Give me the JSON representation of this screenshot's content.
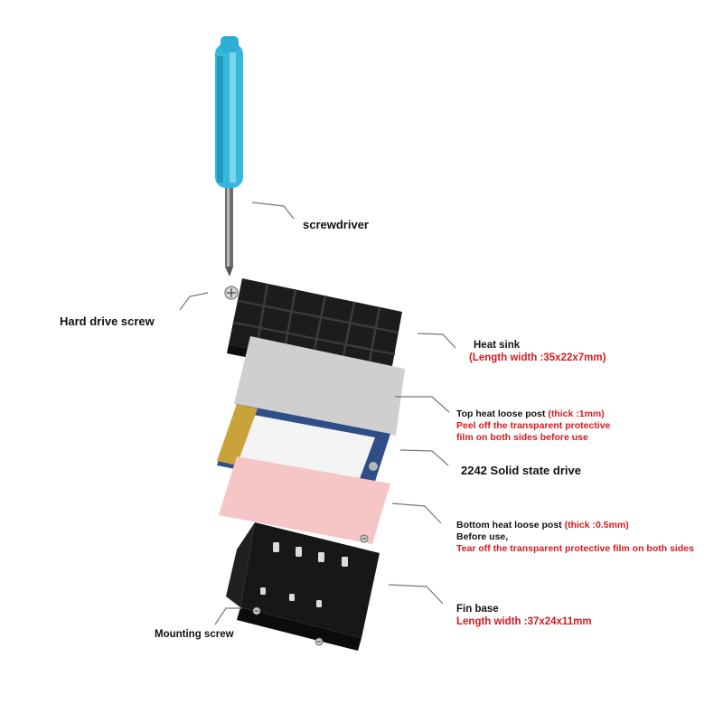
{
  "colors": {
    "label_text": "#111111",
    "spec_text": "#d8191c",
    "leader_line": "#777777"
  },
  "parts": {
    "screwdriver": {
      "label": "screwdriver"
    },
    "hard_drive_screw": {
      "label": "Hard drive screw"
    },
    "heat_sink": {
      "label": "Heat sink",
      "spec": "(Length width :35x22x7mm)"
    },
    "top_pad": {
      "label": "Top heat loose post",
      "thickness": "(thick :1mm)",
      "note_line1": "Peel off the transparent protective",
      "note_line2": "film on both sides before use"
    },
    "ssd": {
      "label": "2242 Solid state drive"
    },
    "bottom_pad": {
      "label": "Bottom heat loose post",
      "thickness": "(thick :0.5mm)",
      "note_line1": "Before use,",
      "note_line2": "Tear off the transparent protective film on both sides"
    },
    "fin_base": {
      "label": "Fin base",
      "spec": "Length width :37x24x11mm"
    },
    "mounting_screw": {
      "label": "Mounting screw"
    }
  }
}
